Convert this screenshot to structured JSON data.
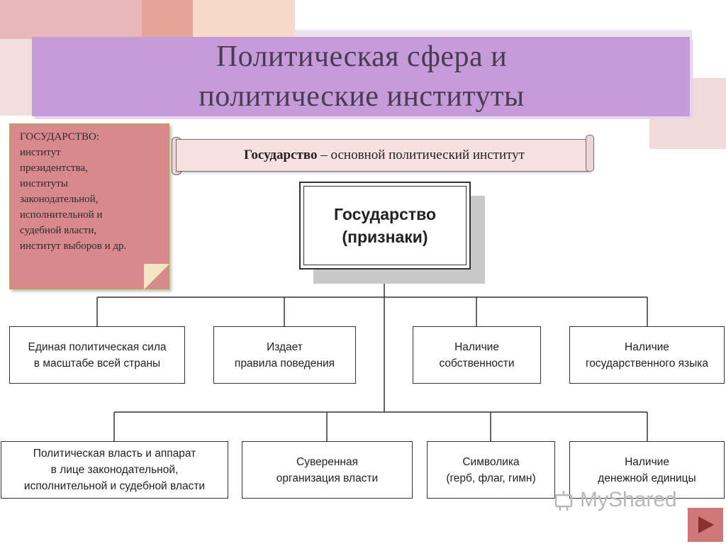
{
  "title": "Политическая сфера и\nполитические институты",
  "title_line1": "Политическая сфера и",
  "title_line2": "политические институты",
  "sticky_note": "ГОСУДАРСТВО:\nинститут\nпрезидентства,\nинституты\nзаконодательной,\nисполнительной и\nсудебной власти,\nинститут выборов и др.",
  "banner": {
    "bold": "Государство",
    "rest": " – основной политический институт"
  },
  "root": "Государство\n(признаки)",
  "row1": [
    "Единая политическая сила\nв масштабе всей страны",
    "Издает\nправила поведения",
    "Наличие\nсобственности",
    "Наличие\nгосударственного языка"
  ],
  "row2": [
    "Политическая власть и аппарат\nв лице законодательной,\nисполнительной и судебной власти",
    "Суверенная\nорганизация власти",
    "Символика\n(герб, флаг, гимн)",
    "Наличие\nденежной единицы"
  ],
  "watermark": "MyShared",
  "colors": {
    "title_band": "#c69bd9",
    "sticky": "#d9898b",
    "banner": "#f6e0e0",
    "nav_button": "#d07878"
  }
}
